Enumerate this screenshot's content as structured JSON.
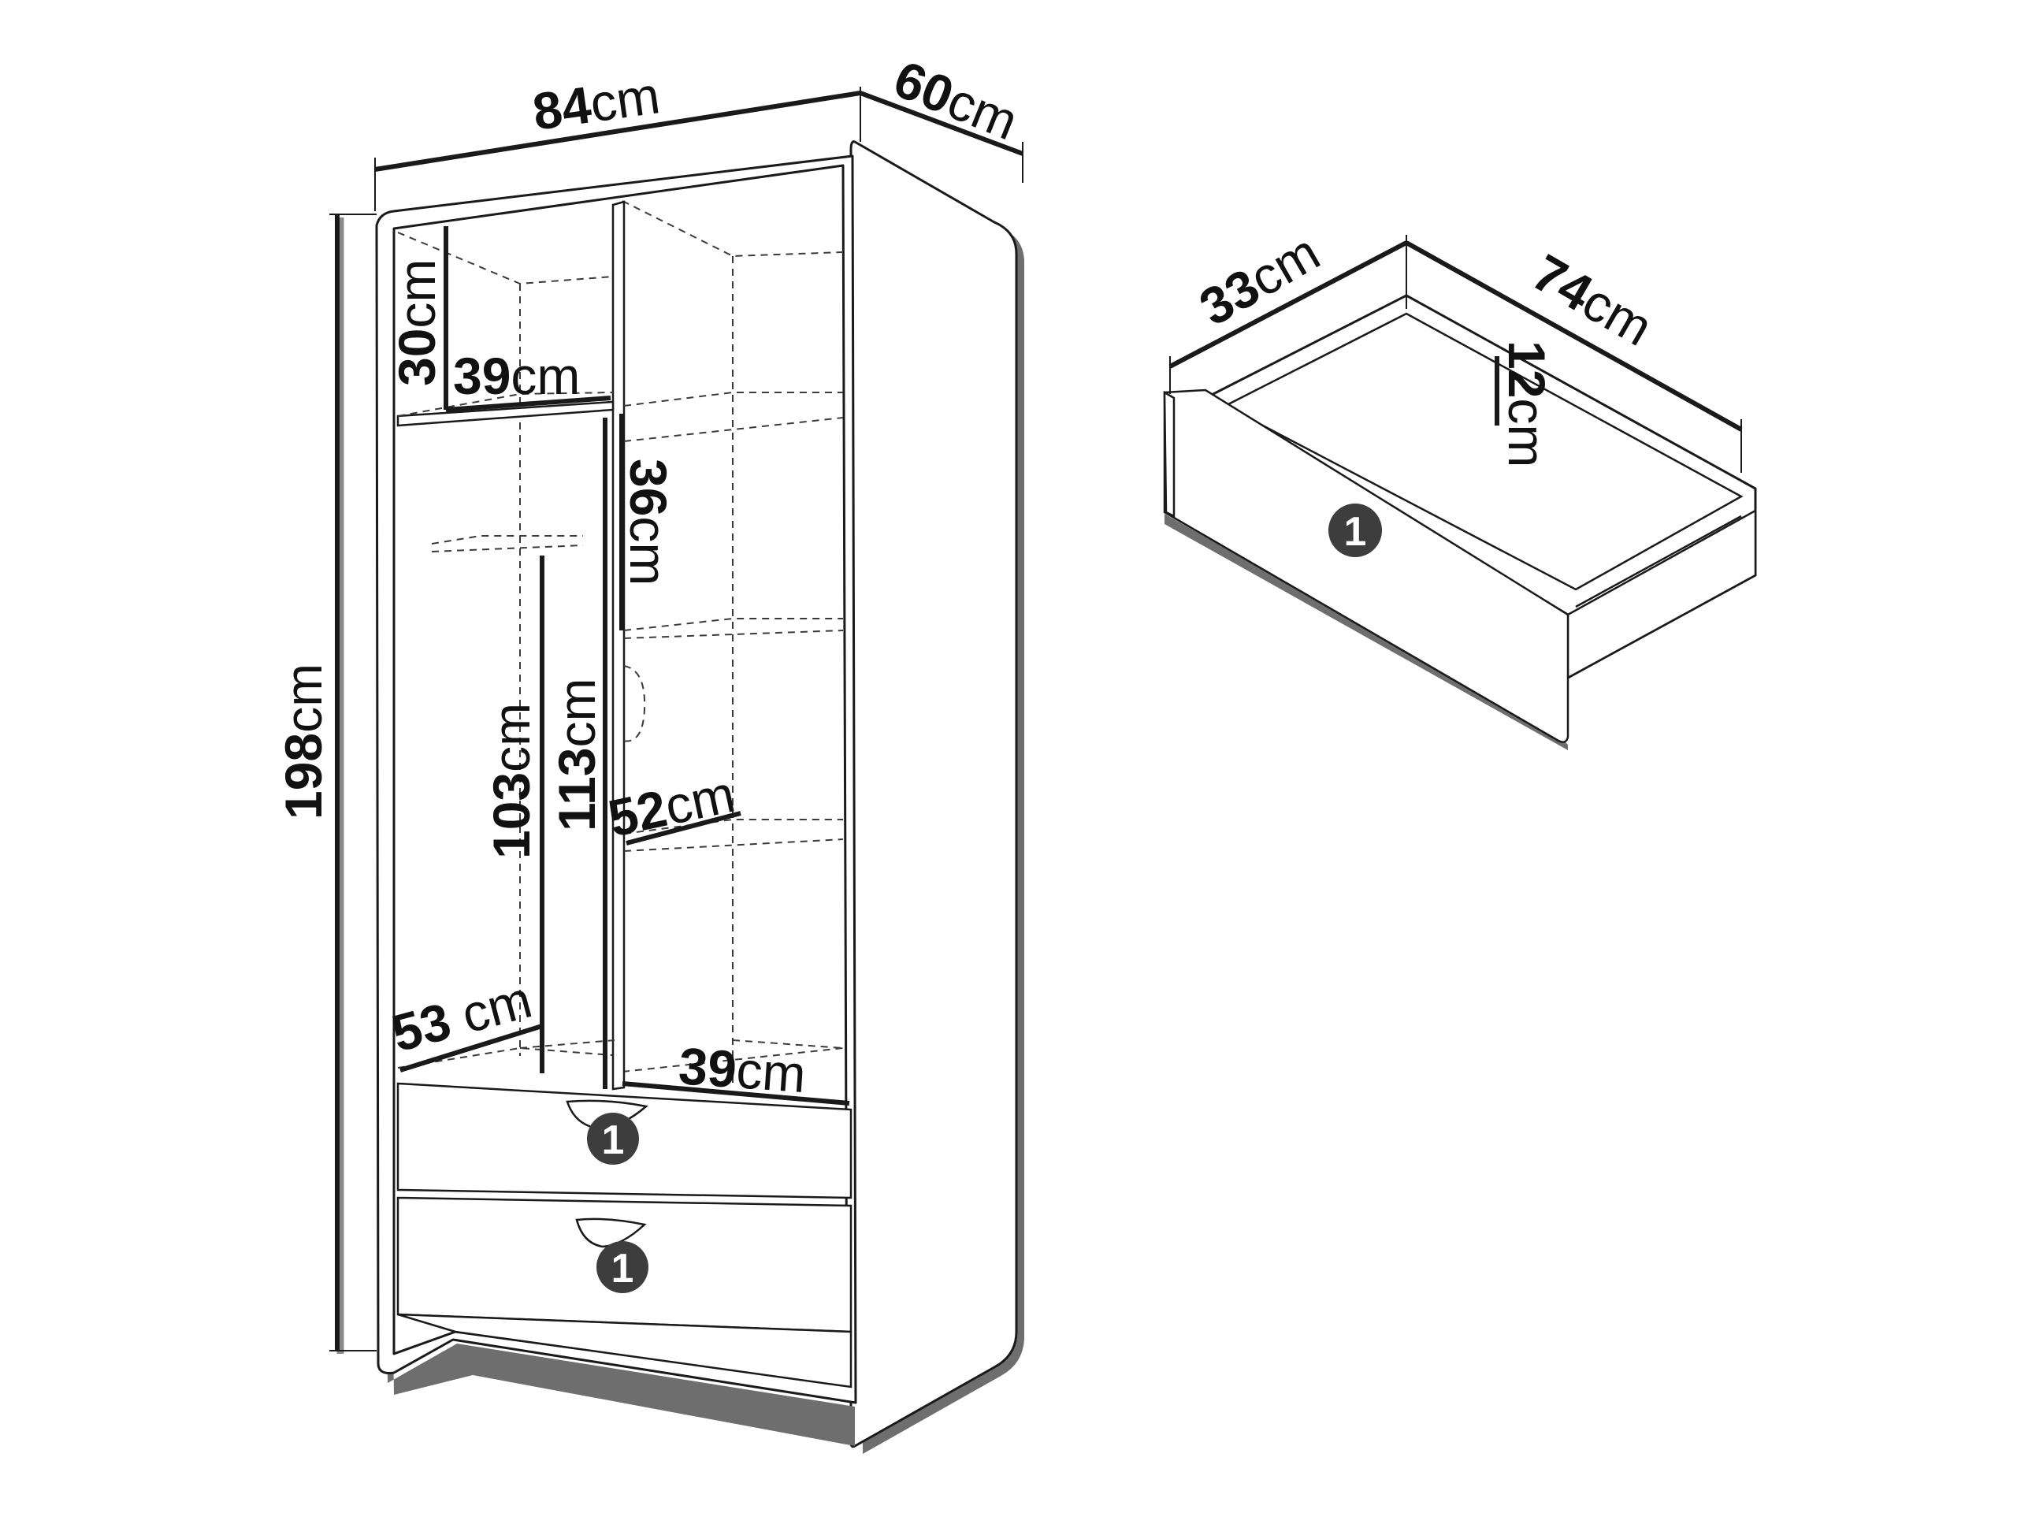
{
  "wardrobe": {
    "width": {
      "value": "84",
      "unit": "cm"
    },
    "depth": {
      "value": "60",
      "unit": "cm"
    },
    "height": {
      "value": "198",
      "unit": "cm"
    },
    "top_shelf_height": {
      "value": "30",
      "unit": "cm"
    },
    "top_shelf_width": {
      "value": "39",
      "unit": "cm"
    },
    "right_shelf_height": {
      "value": "36",
      "unit": "cm"
    },
    "hanging_height_a": {
      "value": "103",
      "unit": "cm"
    },
    "hanging_height_b": {
      "value": "113",
      "unit": "cm"
    },
    "right_shelf_depth": {
      "value": "52",
      "unit": "cm"
    },
    "bottom_left_depth": {
      "value": "53",
      "unit": " cm"
    },
    "bottom_right_width": {
      "value": "39",
      "unit": "cm"
    }
  },
  "drawer": {
    "depth": {
      "value": "33",
      "unit": "cm"
    },
    "width": {
      "value": "74",
      "unit": "cm"
    },
    "height": {
      "value": "12",
      "unit": "cm"
    }
  },
  "badges": {
    "drawer_ref": "1"
  },
  "colors": {
    "line": "#1a1a1a",
    "shadow": "#6e6e6e",
    "badge": "#3d3d3d"
  }
}
